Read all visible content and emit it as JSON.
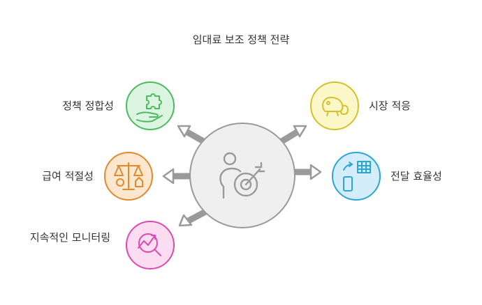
{
  "title": "임대료 보조 정책 전략",
  "center": {
    "icon": "person-target-icon"
  },
  "nodes": [
    {
      "id": "policy-consistency",
      "label": "정책 정합성",
      "icon": "hand-puzzle-icon",
      "color": "#4cbb5e",
      "fill": "#dcf5e0"
    },
    {
      "id": "benefit-adequacy",
      "label": "급여 적절성",
      "icon": "scale-money-house-icon",
      "color": "#e08a2e",
      "fill": "#fde7cf"
    },
    {
      "id": "continuous-monitoring",
      "label": "지속적인 모니터링",
      "icon": "magnifier-trend-icon",
      "color": "#d94bb0",
      "fill": "#fbdcf1"
    },
    {
      "id": "market-adaptation",
      "label": "시장 적응",
      "icon": "chameleon-icon",
      "color": "#d6c12a",
      "fill": "#fbf7c9"
    },
    {
      "id": "delivery-efficiency",
      "label": "전달 효율성",
      "icon": "phone-table-icon",
      "color": "#2aa6d6",
      "fill": "#d3eefa"
    }
  ]
}
